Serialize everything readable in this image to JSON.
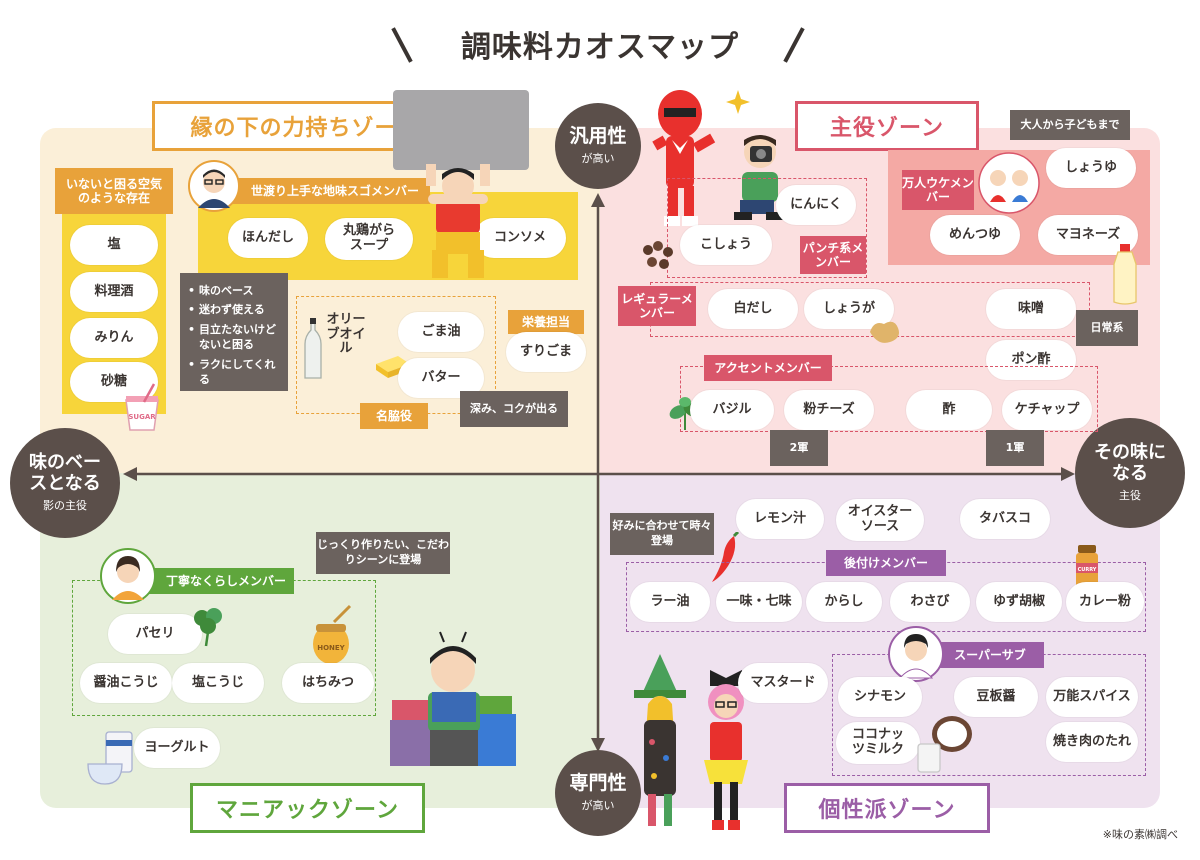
{
  "title": "調味料カオスマップ",
  "axes": {
    "top": {
      "main": "汎用性",
      "sub": "が高い"
    },
    "bottom": {
      "main": "専門性",
      "sub": "が高い"
    },
    "left": {
      "main": "味のベースとなる",
      "sub": "影の主役"
    },
    "right": {
      "main": "その味になる",
      "sub": "主役"
    }
  },
  "zones": {
    "top_left": "縁の下の力持ちゾーン",
    "top_right": "主役ゾーン",
    "bottom_left": "マニアックゾーン",
    "bottom_right": "個性派ゾーン"
  },
  "top_left": {
    "air_label": "いないと困る空気のような存在",
    "air_items": [
      "塩",
      "料理酒",
      "みりん",
      "砂糖"
    ],
    "sugo_label": "世渡り上手な地味スゴメンバー",
    "sugo_items": [
      "ほんだし",
      "丸鶏がらスープ",
      "コンソメ"
    ],
    "sugo_notes": [
      "味のベース",
      "迷わず使える",
      "目立たないけどないと困る",
      "ラクにしてくれる"
    ],
    "meiwaki_items": [
      "オリーブオイル",
      "ごま油",
      "バター"
    ],
    "meiwaki_label": "名脇役",
    "eiyo_label": "栄養担当",
    "eiyo_item": "すりごま",
    "koku_note": "深み、コクが出る"
  },
  "top_right": {
    "bannin_label": "万人ウケメンバー",
    "bannin_items": [
      "しょうゆ",
      "めんつゆ",
      "マヨネーズ"
    ],
    "bannin_note": "大人から子どもまで",
    "punch_label": "パンチ系メンバー",
    "punch_items": [
      "にんにく",
      "こしょう"
    ],
    "regular_label": "レギュラーメンバー",
    "regular_items": [
      "白だし",
      "しょうが",
      "味噌",
      "ポン酢"
    ],
    "nichijo_note": "日常系",
    "accent_label": "アクセントメンバー",
    "accent_items": [
      "バジル",
      "粉チーズ",
      "酢",
      "ケチャップ"
    ],
    "gun2": "2軍",
    "gun1": "1軍"
  },
  "bottom_left": {
    "teinei_label": "丁寧なくらしメンバー",
    "teinei_note": "じっくり作りたい、こだわりシーンに登場",
    "teinei_items": [
      "パセリ",
      "醤油こうじ",
      "塩こうじ",
      "はちみつ"
    ],
    "yogurt": "ヨーグルト"
  },
  "bottom_right": {
    "top_items": [
      "レモン汁",
      "オイスターソース",
      "タバスコ"
    ],
    "konomi_note": "好みに合わせて時々登場",
    "atozuke_label": "後付けメンバー",
    "atozuke_items": [
      "ラー油",
      "一味・七味",
      "からし",
      "わさび",
      "ゆず胡椒",
      "カレー粉"
    ],
    "mustard": "マスタード",
    "supersub_label": "スーパーサブ",
    "supersub_items": [
      "シナモン",
      "豆板醤",
      "万能スパイス",
      "ココナッツミルク",
      "焼き肉のたれ"
    ]
  },
  "footnote": "※味の素㈱調べ",
  "icon_labels": {
    "sugar": "SUGAR",
    "honey": "HONEY",
    "curry": "CURRY"
  },
  "colors": {
    "top_left": "#e8a23a",
    "top_left_yellow": "#f7d53a",
    "top_right": "#d9566a",
    "bottom_left": "#5fa63c",
    "bottom_right": "#9b5ea6",
    "axis": "#5b4f4a"
  }
}
